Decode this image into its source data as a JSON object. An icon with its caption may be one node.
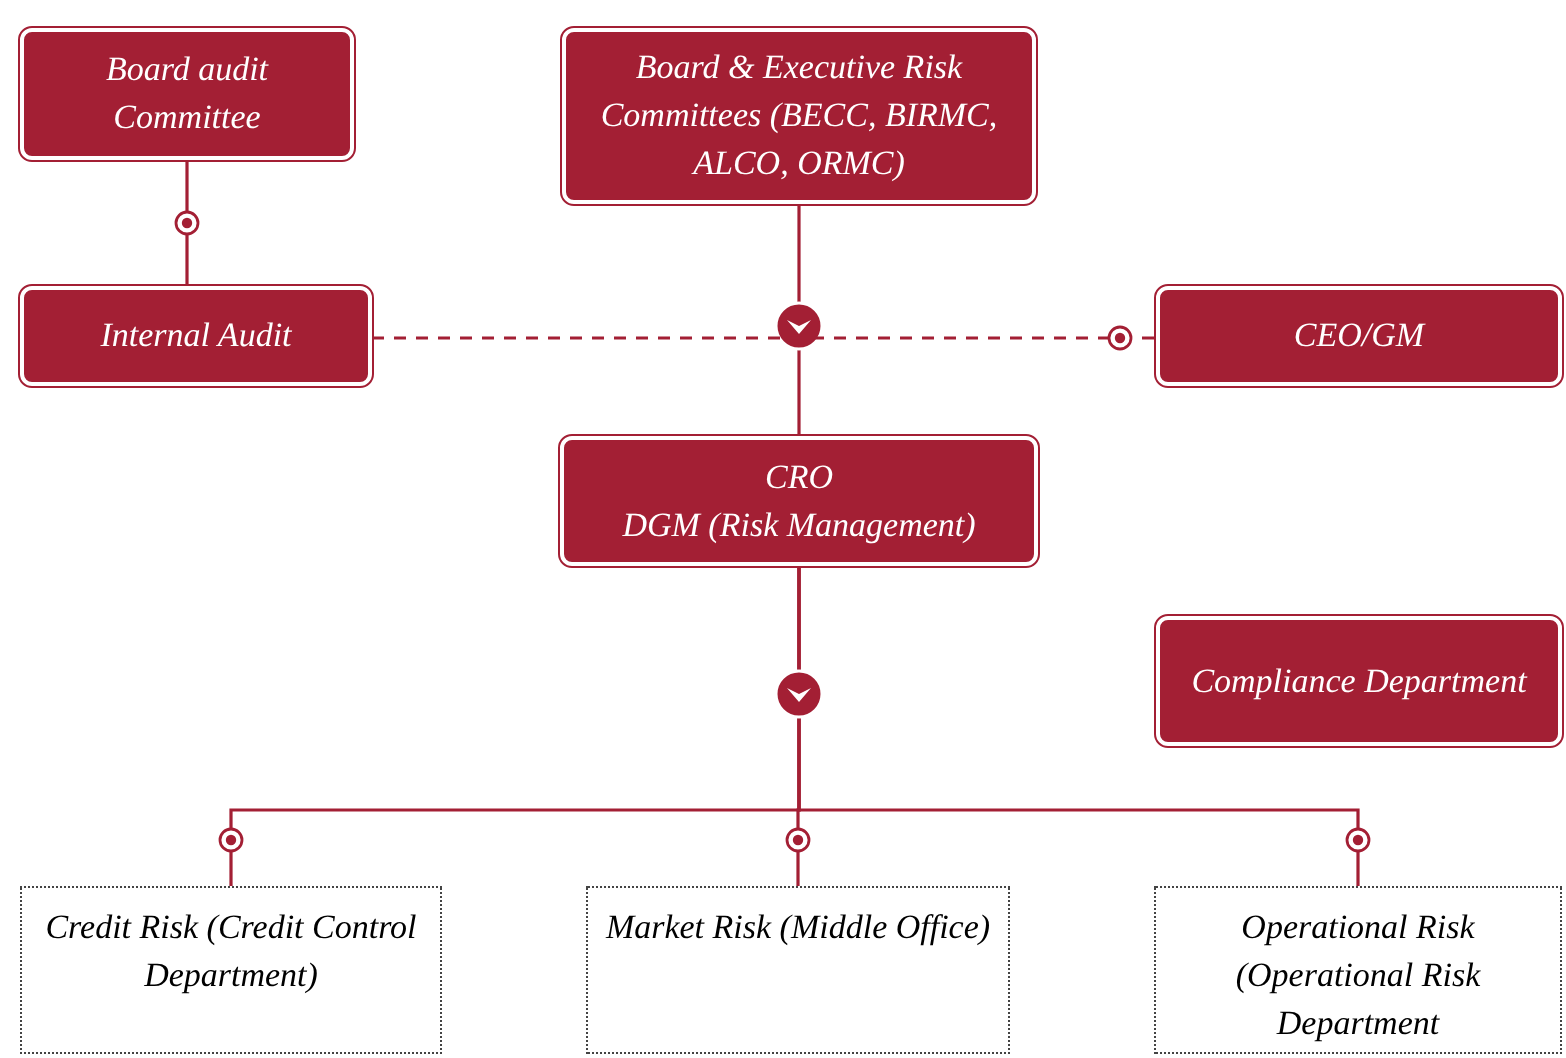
{
  "diagram": {
    "nodes": [
      {
        "text": [
          "Board audit Committee"
        ]
      },
      {
        "text": [
          "Board & Executive Risk Committees (BECC, BIRMC, ALCO, ORMC)"
        ]
      },
      {
        "text": [
          "Internal Audit"
        ]
      },
      {
        "text": [
          "CEO/GM"
        ]
      },
      {
        "text": [
          "CRO",
          "DGM (Risk Management)"
        ]
      },
      {
        "text": [
          "Compliance Department"
        ]
      },
      {
        "text": [
          "Credit Risk (Credit Control Department)"
        ]
      },
      {
        "text": [
          "Market Risk (Middle Office)"
        ]
      },
      {
        "text": [
          "Operational Risk (Operational Risk Department"
        ]
      }
    ],
    "edges": [
      {
        "from": 0,
        "to": 2,
        "arrow": "none"
      },
      {
        "from": 1,
        "to": 4,
        "arrow": "to"
      },
      {
        "from": 2,
        "to": 3,
        "arrow": "none",
        "style": "dashed"
      },
      {
        "from": 4,
        "to": 6,
        "arrow": "to"
      },
      {
        "from": 4,
        "to": 7,
        "arrow": "to"
      },
      {
        "from": 4,
        "to": 8,
        "arrow": "to"
      }
    ]
  }
}
